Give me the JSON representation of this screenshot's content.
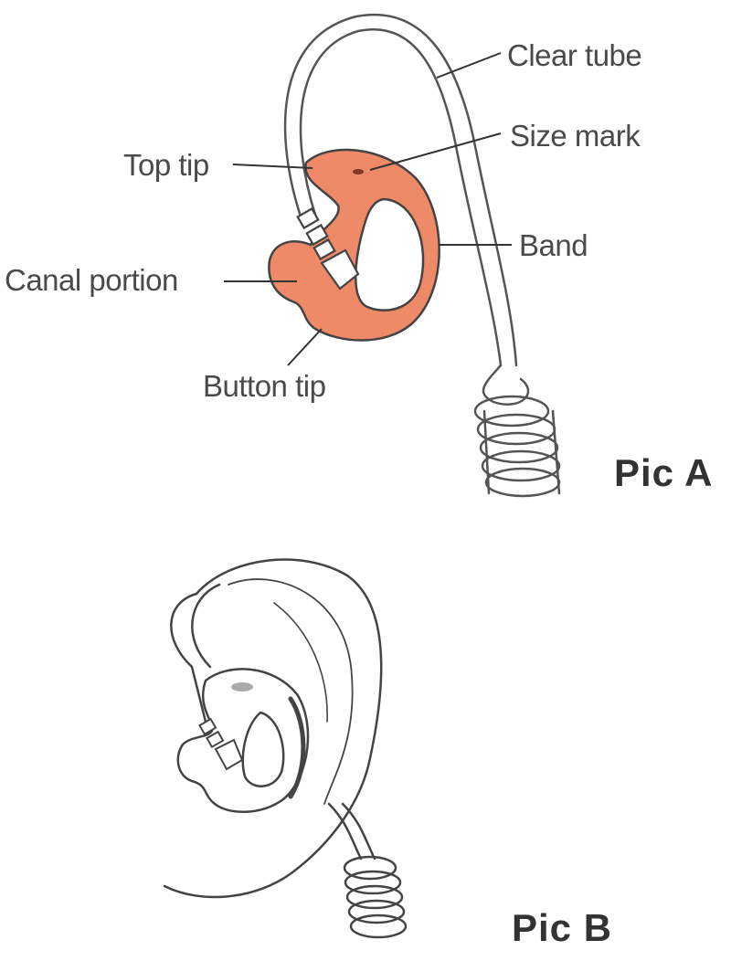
{
  "diagram": {
    "pic_a": {
      "title": "Pic A",
      "labels": {
        "clear_tube": "Clear tube",
        "size_mark": "Size mark",
        "top_tip": "Top tip",
        "band": "Band",
        "canal_portion": "Canal portion",
        "button_tip": "Button tip"
      },
      "earmold_color": "#ee8a68"
    },
    "pic_b": {
      "title": "Pic B"
    }
  }
}
